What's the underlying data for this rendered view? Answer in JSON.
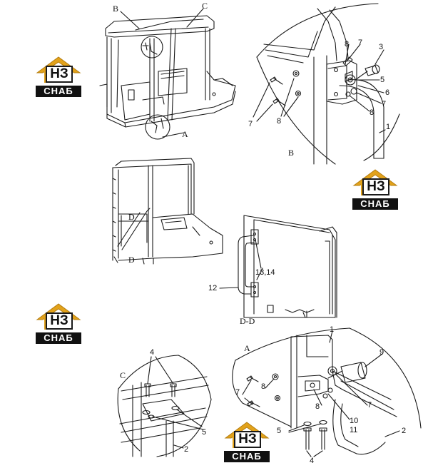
{
  "logo": {
    "mark": "НЗ",
    "band": "СНАБ",
    "colors": {
      "roof": "#e2a21b",
      "band": "#111111"
    }
  },
  "views": {
    "cab_top": {
      "label_b": "B",
      "label_c": "C",
      "label_a": "A"
    },
    "detail_b": {
      "title": "B",
      "callouts": [
        "1",
        "3",
        "5",
        "6",
        "7",
        "7",
        "7",
        "8",
        "8",
        "8"
      ]
    },
    "cab_side": {
      "label_d_top": "D",
      "label_d_bottom": "D"
    },
    "section_dd": {
      "title": "D-D",
      "callouts": [
        "12",
        "13,14"
      ]
    },
    "detail_c": {
      "title": "C",
      "callouts": [
        "2",
        "4",
        "5"
      ]
    },
    "detail_a": {
      "title": "A",
      "callouts": [
        "1",
        "2",
        "4",
        "5",
        "7",
        "7",
        "8",
        "8",
        "9",
        "10",
        "11"
      ]
    }
  }
}
